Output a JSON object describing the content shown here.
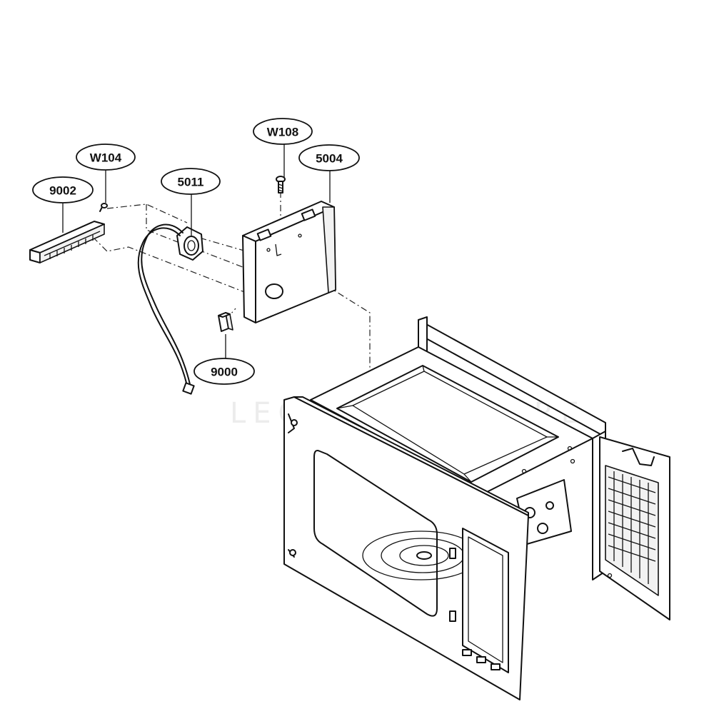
{
  "diagram": {
    "callouts": [
      {
        "id": "9002",
        "label": "9002"
      },
      {
        "id": "W104",
        "label": "W104"
      },
      {
        "id": "5011",
        "label": "5011"
      },
      {
        "id": "W108",
        "label": "W108"
      },
      {
        "id": "5004",
        "label": "5004"
      },
      {
        "id": "9000",
        "label": "9000"
      }
    ],
    "watermark": "LEGACY VENTURE"
  }
}
